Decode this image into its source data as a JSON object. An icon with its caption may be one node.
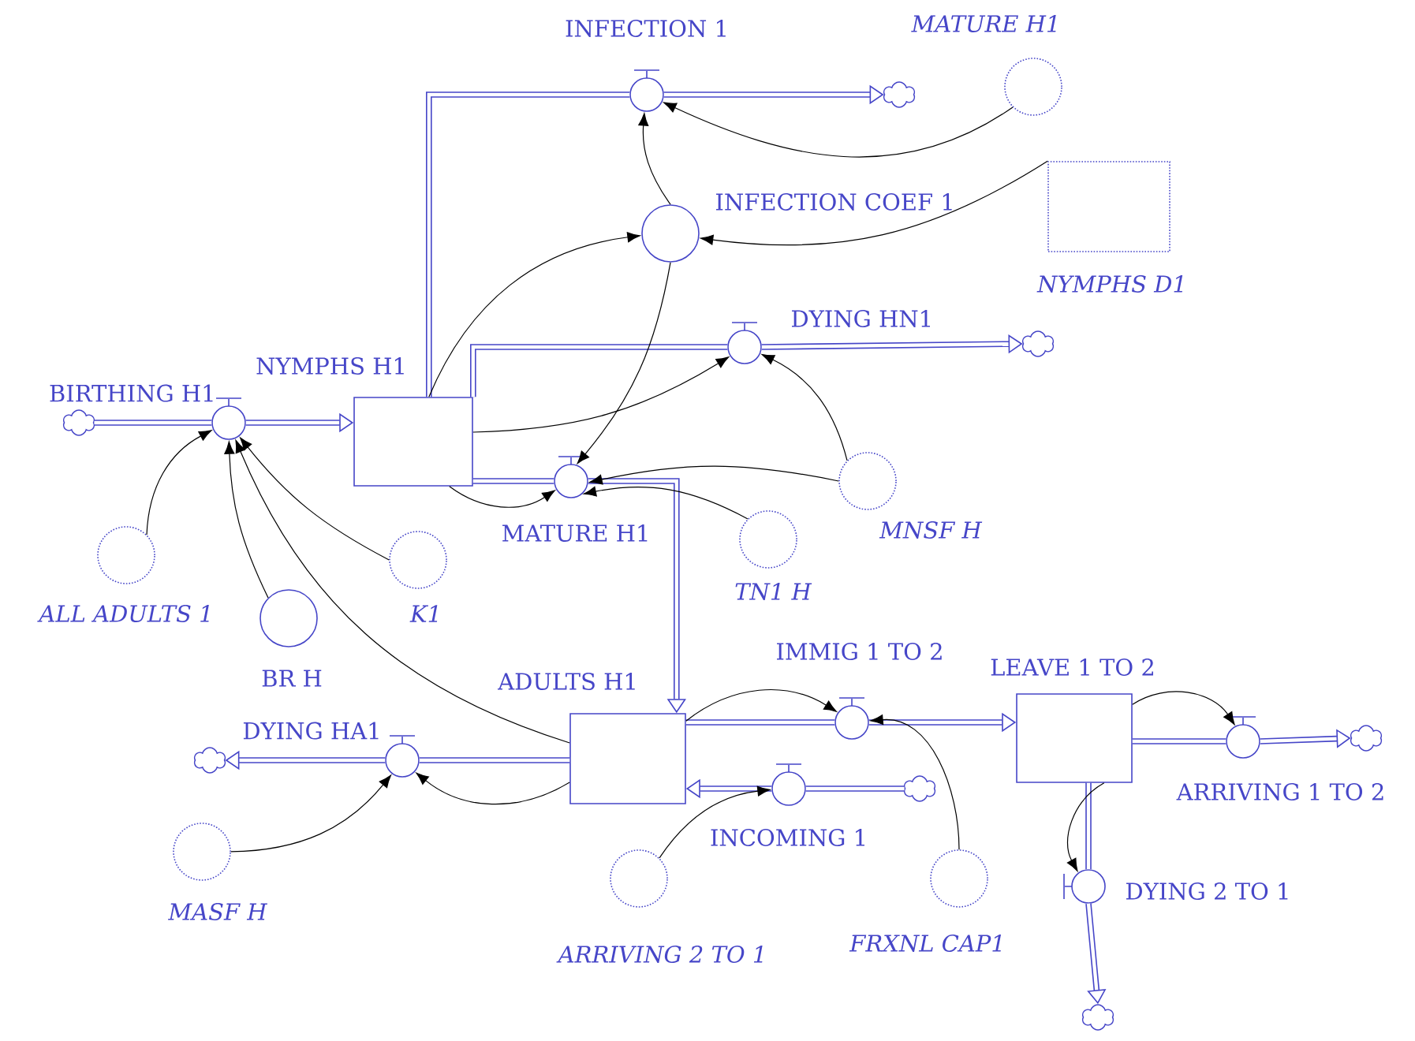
{
  "diagram": {
    "nodes": [
      {
        "text": [
          "INFECTION 1"
        ]
      },
      {
        "text": [
          "MATURE H1"
        ]
      },
      {
        "text": [],
        "shape": "cloud"
      },
      {
        "text": [
          "INFECTION COEF 1"
        ]
      },
      {
        "text": [
          "NYMPHS D1"
        ]
      },
      {
        "text": [],
        "shape": "cloud"
      },
      {
        "text": [
          "BIRTHING H1"
        ]
      },
      {
        "text": [
          "NYMPHS H1"
        ]
      },
      {
        "text": [
          "DYING HN1"
        ]
      },
      {
        "text": [],
        "shape": "cloud"
      },
      {
        "text": [
          "MATURE H1"
        ]
      },
      {
        "text": [
          "MNSF H"
        ]
      },
      {
        "text": [
          "TN1 H"
        ]
      },
      {
        "text": [
          "ALL ADULTS 1"
        ]
      },
      {
        "text": [
          "K1"
        ]
      },
      {
        "text": [
          "BR H"
        ]
      },
      {
        "text": [
          "ADULTS H1"
        ]
      },
      {
        "text": [
          "IMMIG 1 TO 2"
        ]
      },
      {
        "text": [
          "LEAVE 1 TO 2"
        ]
      },
      {
        "text": [
          "DYING HA1"
        ]
      },
      {
        "text": [],
        "shape": "cloud"
      },
      {
        "text": [
          "INCOMING 1"
        ]
      },
      {
        "text": [],
        "shape": "cloud"
      },
      {
        "text": [
          "ARRIVING 1 TO 2"
        ]
      },
      {
        "text": [],
        "shape": "cloud"
      },
      {
        "text": [
          "MASF H"
        ]
      },
      {
        "text": [
          "ARRIVING 2 TO 1"
        ]
      },
      {
        "text": [
          "FRXNL CAP1"
        ]
      },
      {
        "text": [
          "DYING 2 TO 1"
        ]
      },
      {
        "text": [],
        "shape": "cloud"
      }
    ],
    "edges": [
      {
        "from": 5,
        "to": 6,
        "arrow": "none",
        "style": "thick",
        "color": "#4646c8"
      },
      {
        "from": 6,
        "to": 7,
        "arrow": "to",
        "style": "thick",
        "color": "#4646c8"
      },
      {
        "from": 7,
        "to": 0,
        "arrow": "none",
        "style": "thick",
        "color": "#4646c8"
      },
      {
        "from": 0,
        "to": 2,
        "arrow": "to",
        "style": "thick",
        "color": "#4646c8"
      },
      {
        "from": 7,
        "to": 8,
        "arrow": "none",
        "style": "thick",
        "color": "#4646c8"
      },
      {
        "from": 8,
        "to": 9,
        "arrow": "to",
        "style": "thick",
        "color": "#4646c8"
      },
      {
        "from": 7,
        "to": 10,
        "arrow": "none",
        "style": "thick",
        "color": "#4646c8"
      },
      {
        "from": 10,
        "to": 16,
        "arrow": "to",
        "style": "thick",
        "color": "#4646c8"
      },
      {
        "from": 16,
        "to": 19,
        "arrow": "none",
        "style": "thick",
        "color": "#4646c8"
      },
      {
        "from": 19,
        "to": 20,
        "arrow": "to",
        "style": "thick",
        "color": "#4646c8"
      },
      {
        "from": 16,
        "to": 17,
        "arrow": "none",
        "style": "thick",
        "color": "#4646c8"
      },
      {
        "from": 17,
        "to": 18,
        "arrow": "to",
        "style": "thick",
        "color": "#4646c8"
      },
      {
        "from": 22,
        "to": 21,
        "arrow": "none",
        "style": "thick",
        "color": "#4646c8"
      },
      {
        "from": 21,
        "to": 16,
        "arrow": "to",
        "style": "thick",
        "color": "#4646c8"
      },
      {
        "from": 18,
        "to": 23,
        "arrow": "none",
        "style": "thick",
        "color": "#4646c8"
      },
      {
        "from": 23,
        "to": 24,
        "arrow": "to",
        "style": "thick",
        "color": "#4646c8"
      },
      {
        "from": 18,
        "to": 28,
        "arrow": "none",
        "style": "thick",
        "color": "#4646c8"
      },
      {
        "from": 28,
        "to": 29,
        "arrow": "to",
        "style": "thick",
        "color": "#4646c8"
      },
      {
        "from": 1,
        "to": 0,
        "arrow": "to"
      },
      {
        "from": 3,
        "to": 0,
        "arrow": "to"
      },
      {
        "from": 4,
        "to": 3,
        "arrow": "to"
      },
      {
        "from": 7,
        "to": 3,
        "arrow": "to"
      },
      {
        "from": 7,
        "to": 8,
        "arrow": "to"
      },
      {
        "from": 3,
        "to": 10,
        "arrow": "to"
      },
      {
        "from": 7,
        "to": 10,
        "arrow": "to"
      },
      {
        "from": 11,
        "to": 8,
        "arrow": "to"
      },
      {
        "from": 11,
        "to": 10,
        "arrow": "to"
      },
      {
        "from": 12,
        "to": 10,
        "arrow": "to"
      },
      {
        "from": 13,
        "to": 6,
        "arrow": "to"
      },
      {
        "from": 15,
        "to": 6,
        "arrow": "to"
      },
      {
        "from": 14,
        "to": 6,
        "arrow": "to"
      },
      {
        "from": 16,
        "to": 6,
        "arrow": "to"
      },
      {
        "from": 16,
        "to": 19,
        "arrow": "to"
      },
      {
        "from": 25,
        "to": 19,
        "arrow": "to"
      },
      {
        "from": 16,
        "to": 17,
        "arrow": "to"
      },
      {
        "from": 27,
        "to": 17,
        "arrow": "to"
      },
      {
        "from": 26,
        "to": 21,
        "arrow": "to"
      },
      {
        "from": 18,
        "to": 23,
        "arrow": "to"
      },
      {
        "from": 18,
        "to": 28,
        "arrow": "to"
      }
    ]
  }
}
